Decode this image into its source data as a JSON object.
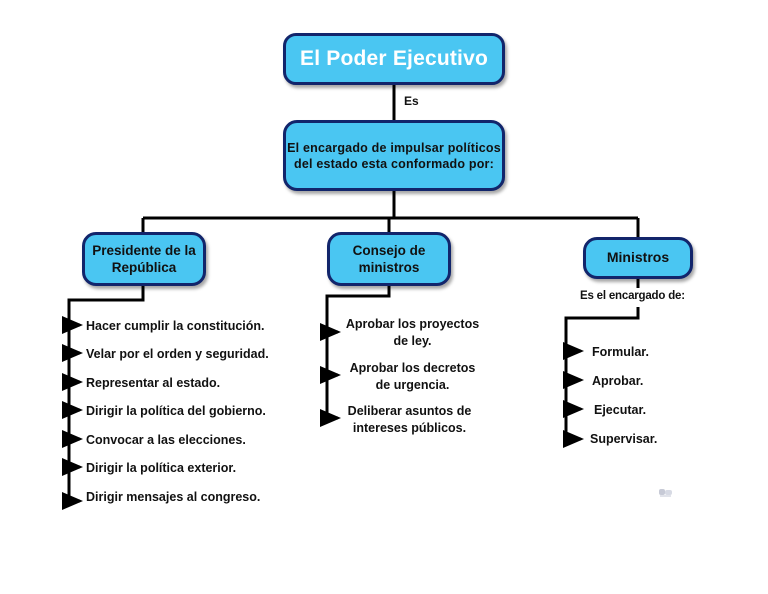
{
  "diagram": {
    "title": "El Poder Ejecutivo",
    "background_color": "#ffffff",
    "node_fill_color": "#4AC6F2",
    "node_border_color": "#12256B",
    "line_color": "#000000"
  },
  "nodes": {
    "root": {
      "label": "El Poder Ejecutivo"
    },
    "subtitle": {
      "label": "El encargado de impulsar políticos del estado esta conformado por:"
    },
    "presidente": {
      "label": "Presidente de la República"
    },
    "consejo": {
      "label": "Consejo de ministros"
    },
    "ministros": {
      "label": "Ministros"
    }
  },
  "edge_labels": {
    "es": "Es",
    "es_el_encargado_de": "Es el encargado de:"
  },
  "branches": {
    "presidente_items": [
      "Hacer cumplir la constitución.",
      "Velar por el orden y seguridad.",
      "Representar al estado.",
      "Dirigir la política del gobierno.",
      "Convocar a las elecciones.",
      "Dirigir la política exterior.",
      "Dirigir mensajes al congreso."
    ],
    "consejo_items": [
      "Aprobar los proyectos\nde ley.",
      "Aprobar los decretos\nde urgencia.",
      "Deliberar asuntos de\nintereses públicos."
    ],
    "ministros_items": [
      "Formular.",
      "Aprobar.",
      "Ejecutar.",
      "Supervisar."
    ]
  }
}
